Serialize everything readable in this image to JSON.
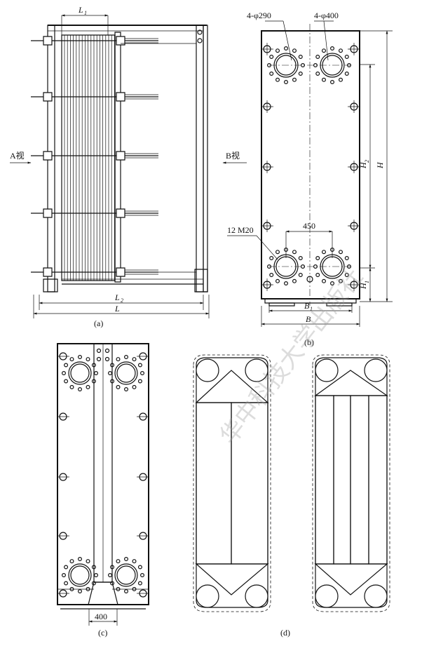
{
  "view_a": {
    "caption": "(a)",
    "dim_l1": "L",
    "dim_l1_sub": "1",
    "dim_l2": "L",
    "dim_l2_sub": "2",
    "dim_l": "L",
    "arrow_a": "A视",
    "arrow_b": "B视"
  },
  "view_b": {
    "caption": "(b)",
    "ports_small": "4-φ290",
    "ports_large": "4-φ400",
    "bolts": "12  M20",
    "port_spacing": "450",
    "dim_h": "H",
    "dim_h1": "H",
    "dim_h1_sub": "1",
    "dim_h2": "H",
    "dim_h2_sub": "2",
    "dim_b1": "B",
    "dim_b1_sub": "1",
    "dim_b": "B"
  },
  "view_c": {
    "caption": "(c)",
    "port_spacing": "400"
  },
  "view_d": {
    "caption": "(d)"
  },
  "watermark": "华中科技大学出版社"
}
